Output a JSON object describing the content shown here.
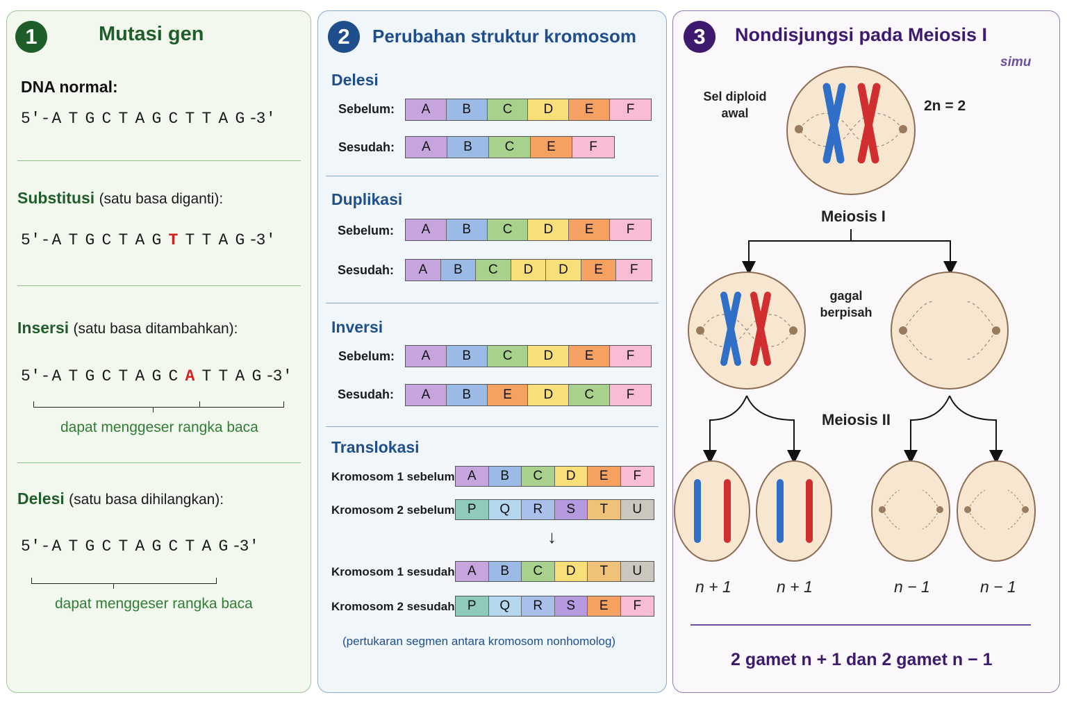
{
  "panel1": {
    "number": "1",
    "title": "Mutasi gen",
    "dna_normal_label": "DNA normal:",
    "prime5": "5′",
    "prime3": "3′",
    "normal_seq": [
      "A",
      "T",
      "G",
      "C",
      "T",
      "A",
      "G",
      "C",
      "T",
      "T",
      "A",
      "G"
    ],
    "substitution": {
      "title": "Substitusi",
      "note": "(satu basa diganti):",
      "seq": [
        "A",
        "T",
        "G",
        "C",
        "T",
        "A",
        "G",
        "T",
        "T",
        "T",
        "A",
        "G"
      ],
      "mut_index": 7
    },
    "insertion": {
      "title": "Insersi",
      "note": "(satu basa ditambahkan):",
      "seq": [
        "A",
        "T",
        "G",
        "C",
        "T",
        "A",
        "G",
        "C",
        "A",
        "T",
        "T",
        "A",
        "G"
      ],
      "mut_index": 8,
      "frameshift": "dapat menggeser rangka baca"
    },
    "deletion": {
      "title": "Delesi",
      "note": "(satu basa dihilangkan):",
      "seq": [
        "A",
        "T",
        "G",
        "C",
        "T",
        "A",
        "G",
        "C",
        "T",
        "A",
        "G"
      ],
      "frameshift": "dapat menggeser rangka baca"
    },
    "colors": {
      "accent": "#1f6b2a",
      "badge": "#1f5e2a"
    }
  },
  "panel2": {
    "number": "2",
    "title": "Perubahan struktur kromosom",
    "before_label": "Sebelum:",
    "after_label": "Sesudah:",
    "deletion": {
      "title": "Delesi",
      "before": [
        "A",
        "B",
        "C",
        "D",
        "E",
        "F"
      ],
      "after": [
        "A",
        "B",
        "C",
        "E",
        "F"
      ]
    },
    "duplication": {
      "title": "Duplikasi",
      "before": [
        "A",
        "B",
        "C",
        "D",
        "E",
        "F"
      ],
      "after": [
        "A",
        "B",
        "C",
        "D",
        "D",
        "E",
        "F"
      ]
    },
    "inversion": {
      "title": "Inversi",
      "before": [
        "A",
        "B",
        "C",
        "D",
        "E",
        "F"
      ],
      "after": [
        "A",
        "B",
        "E",
        "D",
        "C",
        "F"
      ]
    },
    "translocation": {
      "title": "Translokasi",
      "k1_before_label": "Kromosom 1 sebelum:",
      "k1_before": [
        "A",
        "B",
        "C",
        "D",
        "E",
        "F"
      ],
      "k2_before_label": "Kromosom 2 sebelum:",
      "k2_before": [
        "P",
        "Q",
        "R",
        "S",
        "T",
        "U"
      ],
      "k1_after_label": "Kromosom 1 sesudah:",
      "k1_after": [
        "A",
        "B",
        "C",
        "D",
        "T",
        "U"
      ],
      "k2_after_label": "Kromosom 2 sesudah:",
      "k2_after": [
        "P",
        "Q",
        "R",
        "S",
        "E",
        "F"
      ],
      "caption": "(pertukaran segmen antara kromosom nonhomolog)"
    },
    "segment_colors": {
      "A": "#c6a5df",
      "B": "#9bbbe6",
      "C": "#a9d18e",
      "D": "#f8df7a",
      "E": "#f4a161",
      "F": "#f8bcd4",
      "P": "#8fcabb",
      "Q": "#b5d6ef",
      "R": "#a9c0ea",
      "S": "#b59ae0",
      "T": "#efc27a",
      "U": "#ccc7be"
    }
  },
  "panel3": {
    "number": "3",
    "title": "Nondisjungsi pada Meiosis I",
    "logo": "simu",
    "initial_cell_label": "Sel diploid awal",
    "ploidy": "2n = 2",
    "meiosis1": "Meiosis I",
    "failure": "gagal berpisah",
    "meiosis2": "Meiosis II",
    "gametes": [
      "n + 1",
      "n + 1",
      "n − 1",
      "n − 1"
    ],
    "summary": "2 gamet n + 1 dan 2 gamet n − 1",
    "colors": {
      "accent": "#3d1a6e",
      "blue": "#2f6fc7",
      "red": "#d12f2f",
      "cell": "#f8e7d0"
    }
  }
}
